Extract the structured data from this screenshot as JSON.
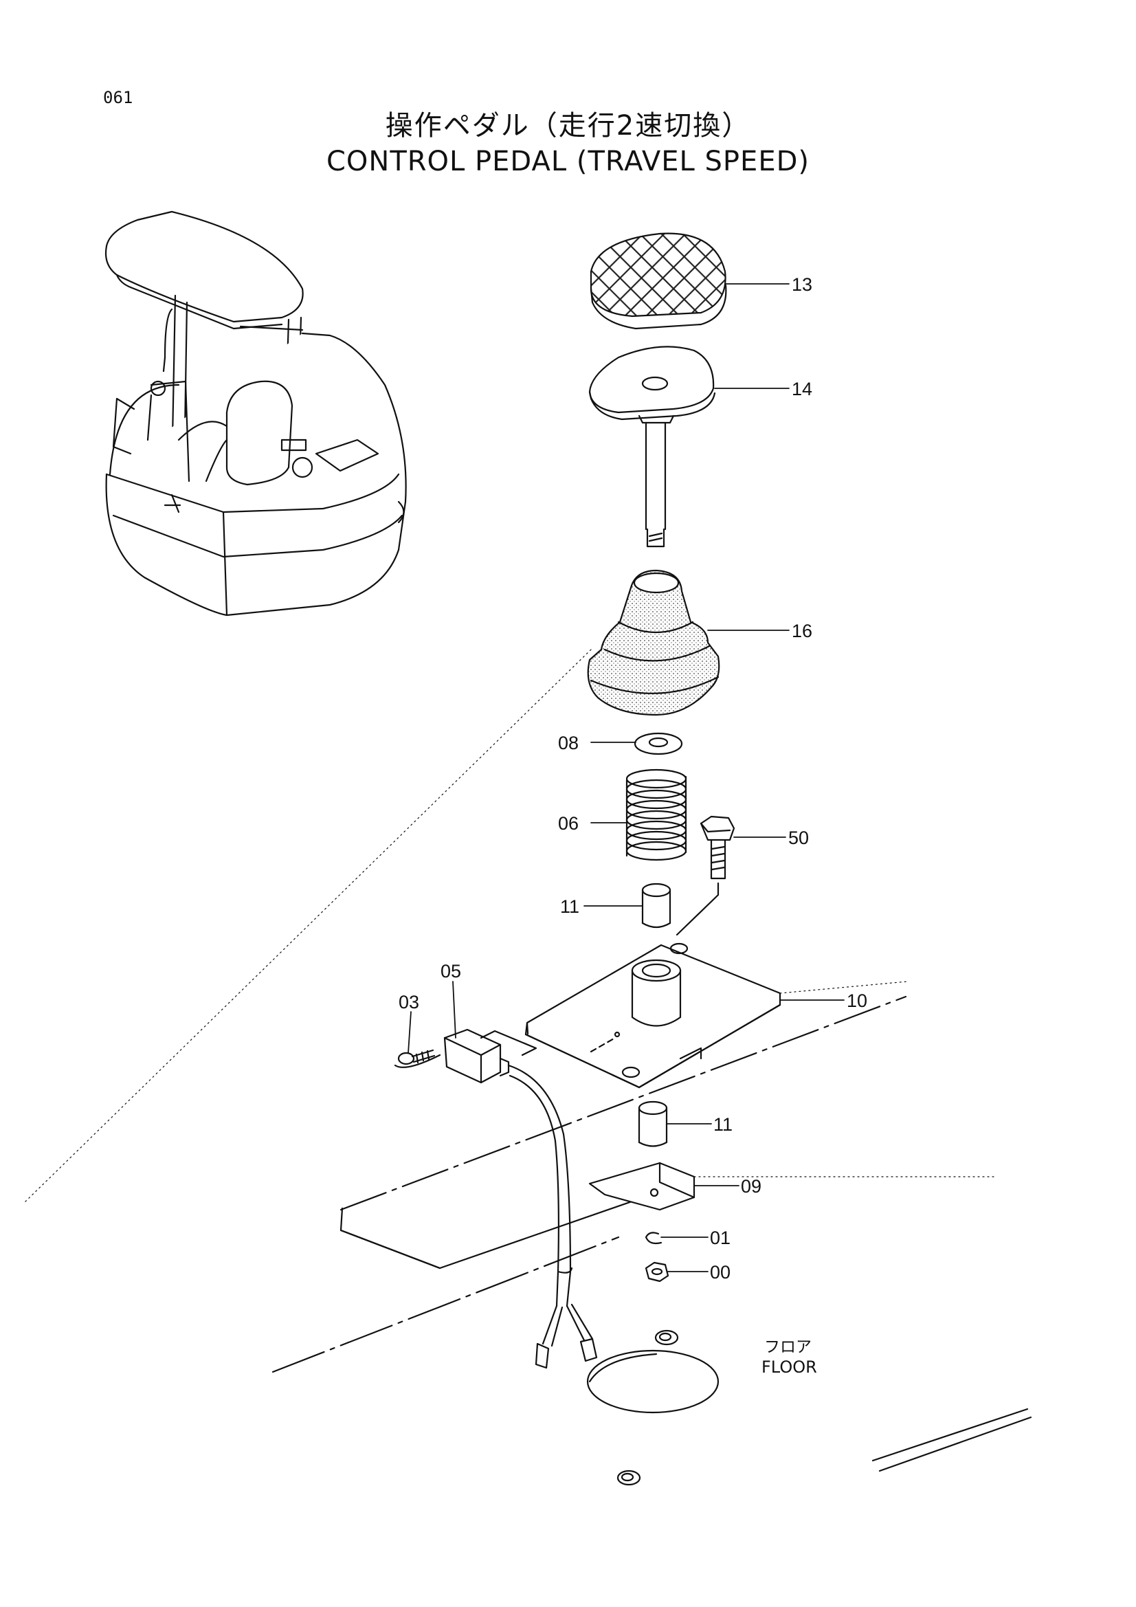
{
  "page": {
    "number": "061",
    "title_jp": "操作ペダル（走行2速切換）",
    "title_en": "CONTROL PEDAL (TRAVEL SPEED)"
  },
  "labels": {
    "floor_jp": "フロア",
    "floor_en": "FLOOR"
  },
  "parts": {
    "p13": "13",
    "p14": "14",
    "p16": "16",
    "p08": "08",
    "p06": "06",
    "p50": "50",
    "p11_top": "11",
    "p05": "05",
    "p03": "03",
    "p10": "10",
    "p11_bottom": "11",
    "p09": "09",
    "p01": "01",
    "p00": "00"
  }
}
